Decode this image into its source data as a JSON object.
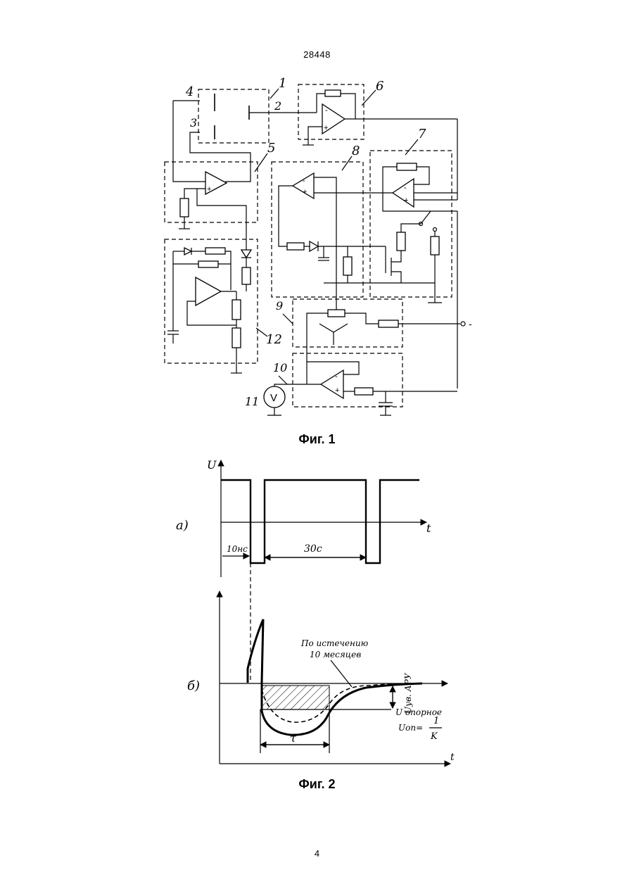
{
  "header": {
    "patent_number": "28448"
  },
  "figure1": {
    "caption": "Фиг. 1",
    "block_labels": [
      "1",
      "2",
      "3",
      "4",
      "5",
      "6",
      "7",
      "8",
      "9",
      "10",
      "11",
      "12"
    ],
    "voltmeter_symbol": "V",
    "opamp_minus": "-",
    "opamp_plus": "+",
    "terminal_sign": "-"
  },
  "figure2": {
    "caption": "Фиг. 2",
    "panel_a": {
      "label": "а)",
      "y_axis": "U",
      "x_axis": "t",
      "pulse_width": "10нс",
      "period": "30с"
    },
    "panel_b": {
      "label": "б)",
      "x_axis": "t",
      "annotation_line1": "По истечению",
      "annotation_line2": "10 месяцев",
      "u_agc": "Uув. АРУ",
      "u_ref": "U опорное",
      "u_formula_lhs": "Uоп=",
      "u_formula_num": "1",
      "u_formula_den": "K",
      "tau": "τ"
    }
  },
  "footer": {
    "page_number": "4"
  }
}
